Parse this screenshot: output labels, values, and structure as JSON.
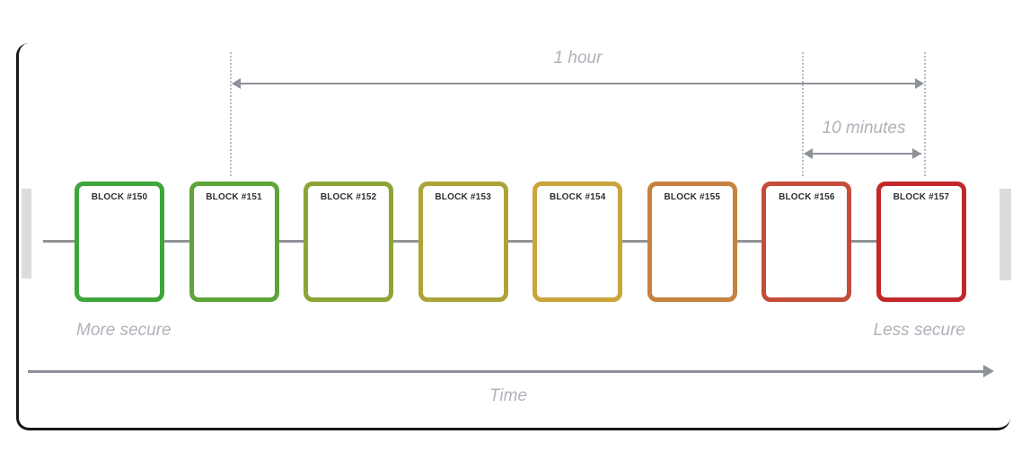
{
  "diagram": {
    "title_hidden": "",
    "annotations": {
      "one_hour": "1 hour",
      "ten_minutes": "10 minutes",
      "more_secure": "More secure",
      "less_secure": "Less secure",
      "time_axis": "Time"
    },
    "blocks": [
      {
        "label": "BLOCK #150",
        "border_color": "#3ea63a"
      },
      {
        "label": "BLOCK #151",
        "border_color": "#5ea438"
      },
      {
        "label": "BLOCK #152",
        "border_color": "#8ca537"
      },
      {
        "label": "BLOCK #153",
        "border_color": "#ada439"
      },
      {
        "label": "BLOCK #154",
        "border_color": "#c9a53c"
      },
      {
        "label": "BLOCK #155",
        "border_color": "#c8823f"
      },
      {
        "label": "BLOCK #156",
        "border_color": "#c44d39"
      },
      {
        "label": "BLOCK #157",
        "border_color": "#c2282a"
      }
    ],
    "colors": {
      "card-border": "#17171b",
      "arrow": "#8d9299",
      "dotted-guide": "#b9bdc2",
      "annotation-text": "#aeb3b9",
      "block-label-text": "#2f2f2f",
      "connector": "#909499",
      "edge-stub": "#dcdcdc"
    }
  }
}
